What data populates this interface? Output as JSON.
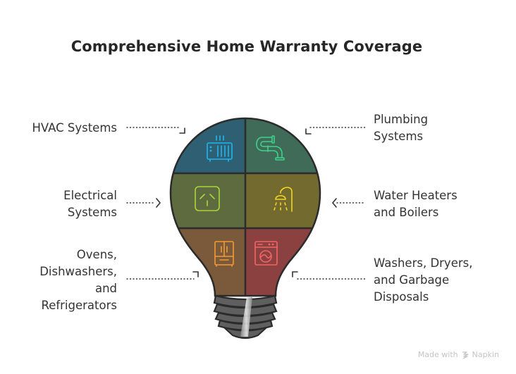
{
  "title": "Comprehensive Home Warranty Coverage",
  "segments": [
    {
      "id": "hvac",
      "label": "HVAC Systems",
      "side": "left",
      "fill": "#2f5f73",
      "icon": "radiator-icon",
      "icon_color": "#1fb6f0"
    },
    {
      "id": "plumbing",
      "label": "Plumbing\nSystems",
      "side": "right",
      "fill": "#3f6b58",
      "icon": "pipe-faucet-icon",
      "icon_color": "#3ed38a"
    },
    {
      "id": "electrical",
      "label": "Electrical\nSystems",
      "side": "left",
      "fill": "#5e6b3e",
      "icon": "power-outlet-icon",
      "icon_color": "#a6d83a"
    },
    {
      "id": "water-heaters",
      "label": "Water Heaters\nand Boilers",
      "side": "right",
      "fill": "#736a30",
      "icon": "shower-icon",
      "icon_color": "#f2d51c"
    },
    {
      "id": "appliances",
      "label": "Ovens,\nDishwashers,\nand\nRefrigerators",
      "side": "left",
      "fill": "#7a5a3a",
      "icon": "refrigerator-icon",
      "icon_color": "#f19a32"
    },
    {
      "id": "laundry",
      "label": "Washers, Dryers,\nand Garbage\nDisposals",
      "side": "right",
      "fill": "#8c4141",
      "icon": "washing-machine-icon",
      "icon_color": "#f26464"
    }
  ],
  "colors": {
    "outline": "#2b2b2b",
    "base_fill": "#5f5f5f",
    "base_highlight": "#d8d8d8"
  },
  "footer": {
    "made_with": "Made with",
    "brand": "Napkin"
  }
}
